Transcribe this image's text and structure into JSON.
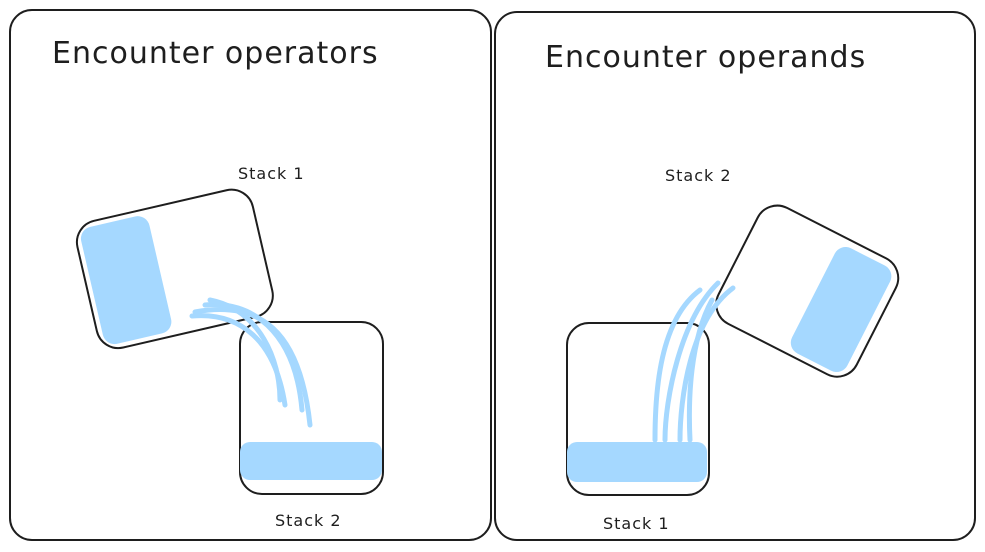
{
  "panels": [
    {
      "title": "Encounter operators",
      "top_label": "Stack 1",
      "bottom_label": "Stack 2"
    },
    {
      "title": "Encounter operands",
      "top_label": "Stack 2",
      "bottom_label": "Stack 1"
    }
  ],
  "colors": {
    "stroke": "#1e1e1e",
    "liquid": "#a5d8ff"
  }
}
